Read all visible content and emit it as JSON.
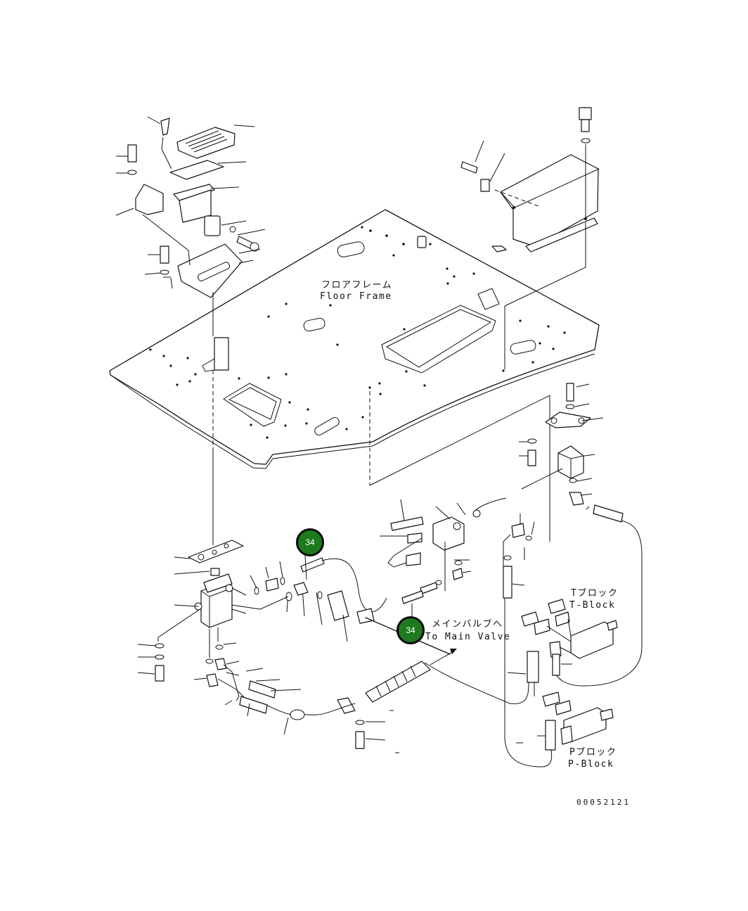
{
  "labels": {
    "floor_frame_jp": "フロアフレーム",
    "floor_frame_en": "Floor Frame",
    "main_valve_jp": "メインバルブへ",
    "main_valve_en": "To Main Valve",
    "t_block_jp": "Tブロック",
    "t_block_en": "T-Block",
    "p_block_jp": "Pブロック",
    "p_block_en": "P-Block"
  },
  "callouts": [
    "34",
    "34"
  ],
  "drawing_number": "00052121",
  "colors": {
    "callout_fill": "#1e7a1e",
    "line": "#111111"
  }
}
